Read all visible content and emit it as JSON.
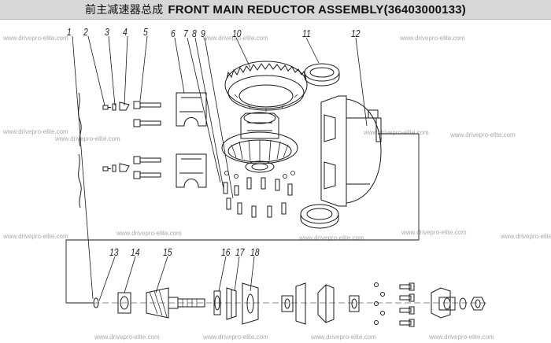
{
  "title": {
    "chinese": "前主减速器总成",
    "english": "FRONT MAIN REDUCTOR ASSEMBLY(36403000133)"
  },
  "watermark": "www.drivepro-elite.com",
  "callouts": [
    "1",
    "2",
    "3",
    "4",
    "5",
    "6",
    "7",
    "8",
    "9",
    "10",
    "11",
    "12",
    "13",
    "14",
    "15",
    "16",
    "17",
    "18"
  ],
  "colors": {
    "title_bar": "#d7d7d7",
    "line": "#1a1a1a",
    "watermark": "#a9a9a9"
  }
}
